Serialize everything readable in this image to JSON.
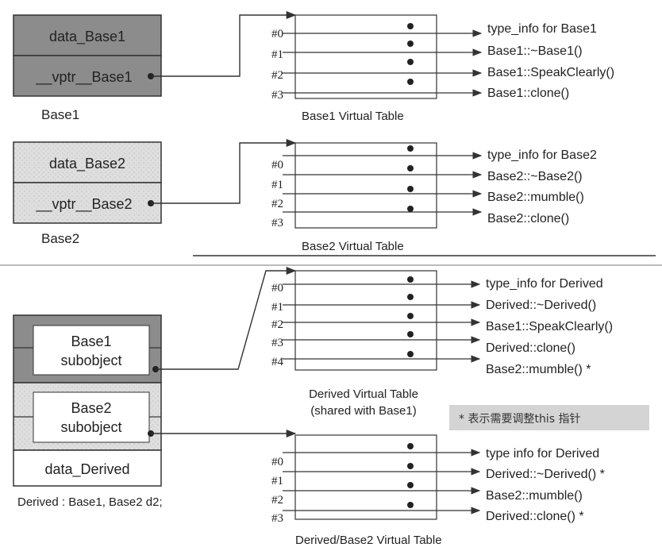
{
  "base1": {
    "fields": [
      "data_Base1",
      "__vptr__Base1"
    ],
    "caption": "Base1",
    "vtable": {
      "slots": [
        "#0",
        "#1",
        "#2",
        "#3"
      ],
      "entries": [
        "type_info for Base1",
        "Base1::~Base1()",
        "Base1::SpeakClearly()",
        "Base1::clone()"
      ],
      "caption": "Base1 Virtual Table"
    }
  },
  "base2": {
    "fields": [
      "data_Base2",
      "__vptr__Base2"
    ],
    "caption": "Base2",
    "vtable": {
      "slots": [
        "#0",
        "#1",
        "#2",
        "#3"
      ],
      "entries": [
        "type_info for Base2",
        "Base2::~Base2()",
        "Base2::mumble()",
        "Base2::clone()"
      ],
      "caption": "Base2 Virtual Table"
    }
  },
  "derived": {
    "fields": [
      "Base1\nsubobject",
      "Base2\nsubobject",
      "data_Derived"
    ],
    "caption": "Derived : Base1, Base2 d2;",
    "vtable": {
      "slots": [
        "#0",
        "#1",
        "#2",
        "#3",
        "#4"
      ],
      "entries": [
        "type_info for Derived",
        "Derived::~Derived()",
        "Base1::SpeakClearly()",
        "Derived::clone()",
        "Base2::mumble() *"
      ],
      "caption": "Derived Virtual Table\n(shared with Base1)"
    },
    "vtable2": {
      "slots": [
        "#0",
        "#1",
        "#2",
        "#3"
      ],
      "entries": [
        "type  info for Derived",
        "Derived::~Derived() *",
        "Base2::mumble()",
        "Derived::clone() *"
      ],
      "caption": "Derived/Base2 Virtual Table"
    }
  },
  "note": "* 表示需要调整this 指针",
  "colors": {
    "dark_fill": "#8a8a8a",
    "light_fill": "#dcdcdc",
    "stroke": "#333333",
    "note_bg": "#d6d6d6"
  }
}
